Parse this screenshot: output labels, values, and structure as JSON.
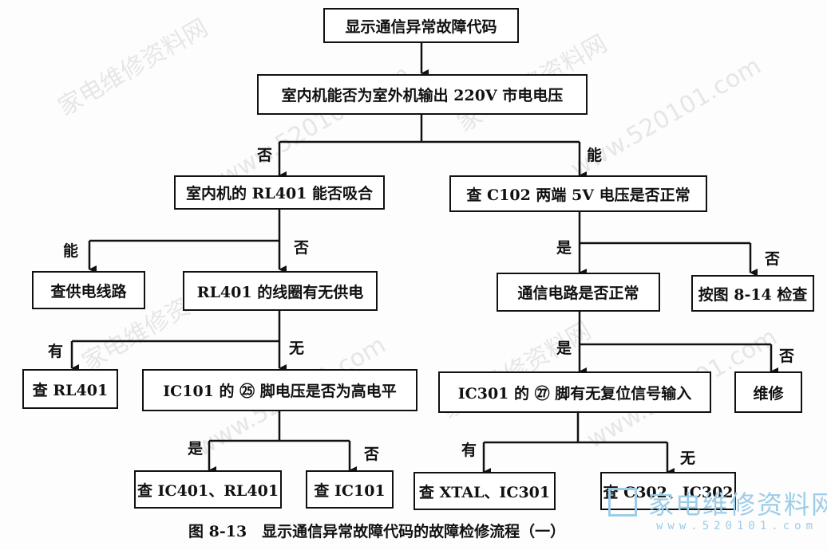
{
  "nodes": {
    "start": "显示通信异常故障代码",
    "q1": "室内机能否为室外机输出 220V 市电电压",
    "q2_left": "室内机的 RL401 能否吸合",
    "q2_right": "查 C102 两端 5V 电压是否正常",
    "check_supply": "查供电线路",
    "rl401_coil": "RL401 的线圈有无供电",
    "comm_circuit": "通信电路是否正常",
    "check_fig": "按图 8-14 检查",
    "check_rl401": "查 RL401",
    "ic101_pin": "IC101 的 ㉕ 脚电压是否为高电平",
    "ic301_pin": "IC301 的 ㉗ 脚有无复位信号输入",
    "repair": "维修",
    "check_ic401_rl401": "查 IC401、RL401",
    "check_ic101": "查 IC101",
    "check_xtal_ic301": "查 XTAL、IC301",
    "check_c302_ic302": "查 C302、IC302"
  },
  "labels": {
    "no1": "否",
    "yes1": "能",
    "yes2": "能",
    "no2": "否",
    "yes3": "是",
    "no3": "否",
    "have1": "有",
    "none1": "无",
    "yes4": "是",
    "no4": "否",
    "yes5": "是",
    "no5": "否",
    "have2": "有",
    "none2": "无"
  },
  "caption": "图 8-13　显示通信异常故障代码的故障检修流程（一）",
  "watermark": {
    "text_cn": "家电维修资料网",
    "text_url": "www.520101.com",
    "logo_text": "家电维修资料网",
    "logo_url": "www.520101.com"
  }
}
